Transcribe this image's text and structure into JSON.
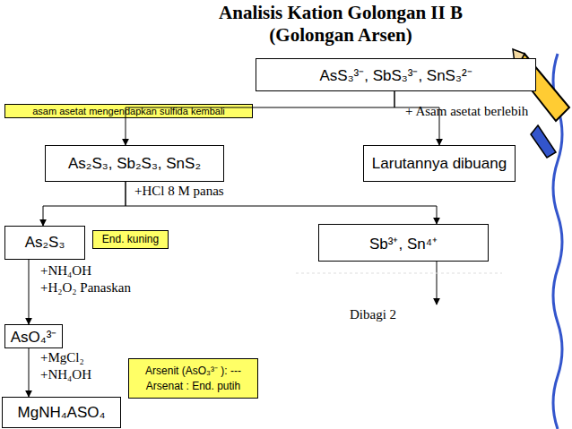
{
  "diagram": {
    "title": "Analisis Kation Golongan II B (Golongan Arsen)",
    "nodes": [
      {
        "text": [
          "AsS₃³⁻, SbS₃³⁻, SnS₃²⁻"
        ]
      },
      {
        "text": [
          "asam asetat mengendapkan sulfida kembali"
        ]
      },
      {
        "text": [
          "As₂S₃, Sb₂S₃, SnS₂"
        ]
      },
      {
        "text": [
          "Larutannya dibuang"
        ]
      },
      {
        "text": [
          "As₂S₃"
        ]
      },
      {
        "text": [
          "End. kuning"
        ]
      },
      {
        "text": [
          "Sb³⁺, Sn⁴⁺"
        ]
      },
      {
        "text": [
          "AsO₄³⁻"
        ]
      },
      {
        "text": [
          "Arsenit (AsO₃³⁻ ): --- Arsenat : End. putih"
        ]
      },
      {
        "text": [
          "MgNH₄ASO₄"
        ]
      }
    ],
    "edges": [
      {
        "from": 0,
        "to": 2,
        "arrow": "to"
      },
      {
        "from": 0,
        "to": 3,
        "arrow": "to"
      },
      {
        "from": 2,
        "to": 4,
        "arrow": "to"
      },
      {
        "from": 2,
        "to": 6,
        "arrow": "to"
      },
      {
        "from": 4,
        "to": 7,
        "arrow": "to"
      },
      {
        "from": 7,
        "to": 9,
        "arrow": "to"
      }
    ],
    "labels": [
      "+ Asam asetat berlebih",
      "+HCl 8 M panas",
      "+NH₄OH",
      "+H₂O₂ Panaskan",
      "Dibagi 2",
      "+MgCl₂",
      "+NH₄OH"
    ]
  }
}
